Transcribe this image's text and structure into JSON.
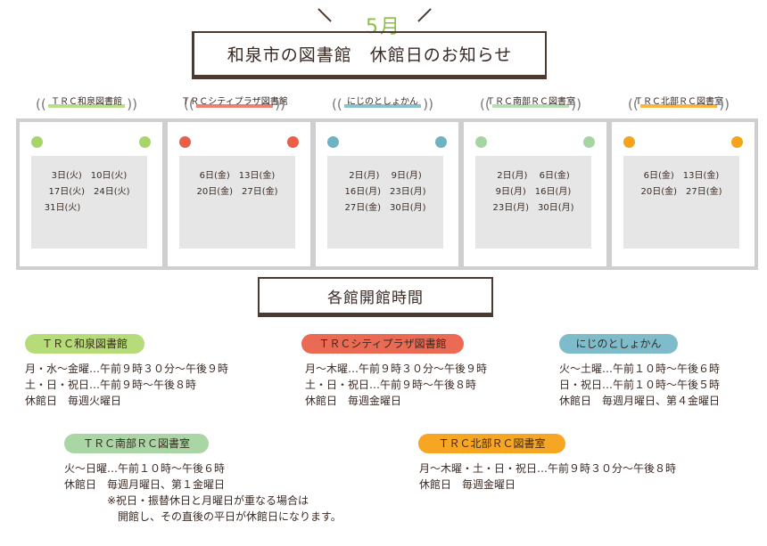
{
  "header": {
    "month": "5月",
    "title": "和泉市の図書館　休館日のお知らせ"
  },
  "libraries": [
    {
      "label": "ＴＲＣ和泉図書館",
      "color": "#a8d46c",
      "dates": [
        "3日(火)　10日(火)",
        "17日(火)　24日(火)",
        "31日(火)　　　　　　"
      ]
    },
    {
      "label": "ＴＲＣシティプラザ図書館",
      "color": "#e8604c",
      "dates": [
        "6日(金)　13日(金)",
        "20日(金)　27日(金)"
      ]
    },
    {
      "label": "にじのとしょかん",
      "color": "#6fb3c3",
      "dates": [
        "2日(月)　 9日(月)",
        "16日(月)　23日(月)",
        "27日(金)　30日(月)"
      ]
    },
    {
      "label": "ＴＲＣ南部ＲＣ図書室",
      "color": "#a6d4a2",
      "dates": [
        "2日(月)　 6日(金)",
        "9日(月)　16日(月)",
        "23日(月)　30日(月)"
      ]
    },
    {
      "label": "ＴＲＣ北部ＲＣ図書室",
      "color": "#f5a31a",
      "dates": [
        "6日(金)　13日(金)",
        "20日(金)　27日(金)"
      ]
    }
  ],
  "hours_title": "各館開館時間",
  "hours": [
    {
      "name": "ＴＲＣ和泉図書館",
      "color": "#b6dc7a",
      "lines": [
        "月・水～金曜…午前９時３０分～午後９時",
        "土・日・祝日…午前９時～午後８時",
        "休館日　毎週火曜日"
      ]
    },
    {
      "name": "ＴＲＣシティプラザ図書館",
      "color": "#ea6a54",
      "lines": [
        "月～木曜…午前９時３０分～午後９時",
        "土・日・祝日…午前９時～午後８時",
        "休館日　毎週金曜日"
      ]
    },
    {
      "name": "にじのとしょかん",
      "color": "#7fbccb",
      "lines": [
        "火～土曜…午前１０時～午後６時",
        "日・祝日…午前１０時～午後５時",
        "休館日　毎週月曜日、第４金曜日"
      ]
    },
    {
      "name": "ＴＲＣ南部ＲＣ図書室",
      "color": "#a9d6a4",
      "lines": [
        "火～日曜…午前１０時～午後６時",
        "休館日　毎週月曜日、第１金曜日",
        "　　　　※祝日・振替休日と月曜日が重なる場合は",
        "　　　　　開館し、その直後の平日が休館日になります。"
      ]
    },
    {
      "name": "ＴＲＣ北部ＲＣ図書室",
      "color": "#f6a623",
      "lines": [
        "月～木曜・土・日・祝日…午前９時３０分～午後８時",
        "休館日　毎週金曜日"
      ]
    }
  ]
}
